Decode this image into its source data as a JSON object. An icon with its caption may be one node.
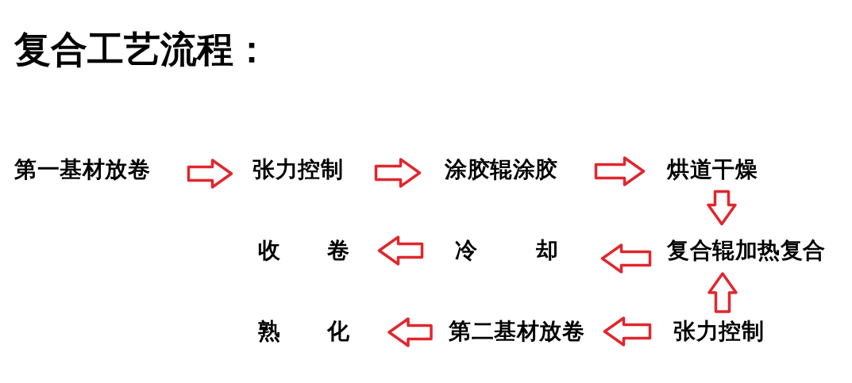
{
  "diagram": {
    "title": "复合工艺流程：",
    "nodes": [
      {
        "text": [
          "第一基材放卷"
        ]
      },
      {
        "text": [
          "张力控制"
        ]
      },
      {
        "text": [
          "涂胶辊涂胶"
        ]
      },
      {
        "text": [
          "烘道干燥"
        ]
      },
      {
        "text": [
          "收 卷"
        ]
      },
      {
        "text": [
          "冷 却"
        ]
      },
      {
        "text": [
          "复合辊加热复合"
        ]
      },
      {
        "text": [
          "熟 化"
        ]
      },
      {
        "text": [
          "第二基材放卷"
        ]
      },
      {
        "text": [
          "张力控制"
        ]
      }
    ],
    "edges": [
      {
        "from": 0,
        "to": 1,
        "arrow": "to"
      },
      {
        "from": 1,
        "to": 2,
        "arrow": "to"
      },
      {
        "from": 2,
        "to": 3,
        "arrow": "to"
      },
      {
        "from": 3,
        "to": 6,
        "arrow": "to"
      },
      {
        "from": 6,
        "to": 5,
        "arrow": "to"
      },
      {
        "from": 5,
        "to": 4,
        "arrow": "to"
      },
      {
        "from": 9,
        "to": 6,
        "arrow": "to"
      },
      {
        "from": 9,
        "to": 8,
        "arrow": "to"
      },
      {
        "from": 8,
        "to": 7,
        "arrow": "to"
      }
    ]
  }
}
